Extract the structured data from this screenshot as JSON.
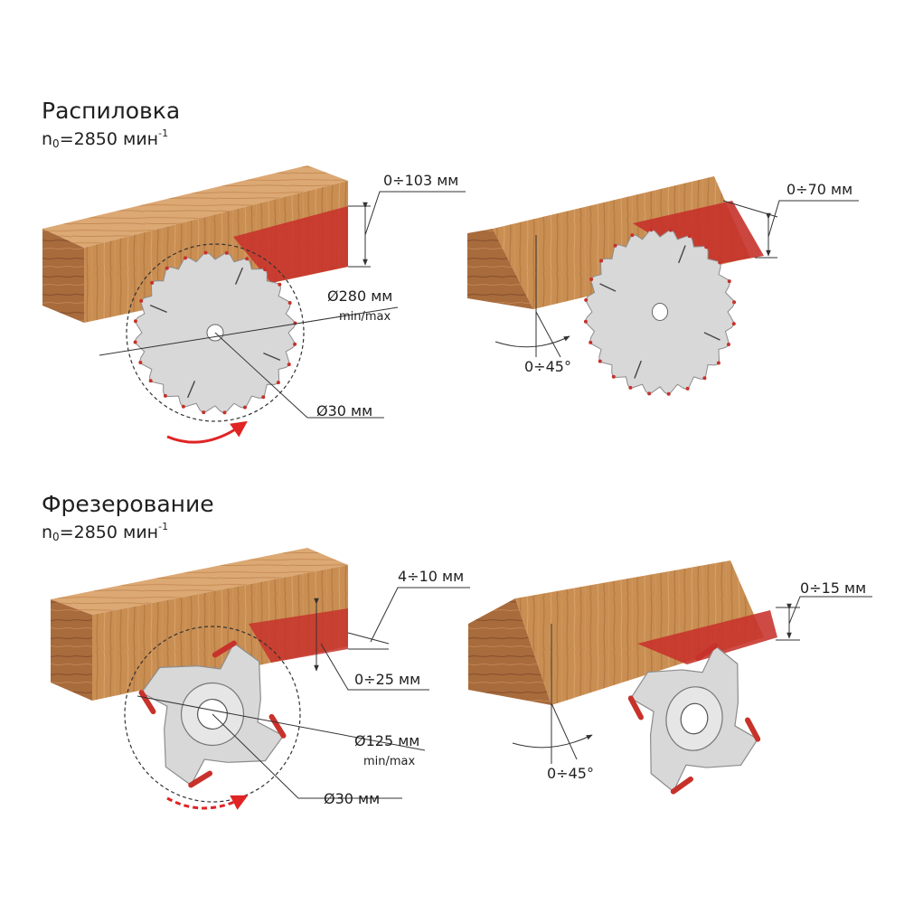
{
  "colors": {
    "wood": "#c98e52",
    "wood_dark": "#a2673a",
    "wood_light": "#dca874",
    "cut_red": "#c7322b",
    "blade": "#d8d8d8",
    "blade_edge": "#8c8c8c",
    "arrow_red": "#e02424",
    "line": "#333333"
  },
  "sawing": {
    "title": "Распиловка",
    "speed": {
      "label": "n",
      "sub": "0",
      "value": "=2850 мин",
      "sup": "-1"
    },
    "dim_depth": "0÷103 мм",
    "dim_blade": "Ø280 мм",
    "dim_blade_note": "min/max",
    "dim_bore": "Ø30 мм",
    "dim_depth_tilt": "0÷70 мм",
    "dim_angle": "0÷45°"
  },
  "milling": {
    "title": "Фрезерование",
    "speed": {
      "label": "n",
      "sub": "0",
      "value": "=2850 мин",
      "sup": "-1"
    },
    "dim_width": "4÷10 мм",
    "dim_depth": "0÷25 мм",
    "dim_cutter": "Ø125 мм",
    "dim_cutter_note": "min/max",
    "dim_bore": "Ø30 мм",
    "dim_depth_tilt": "0÷15 мм",
    "dim_angle": "0÷45°"
  }
}
